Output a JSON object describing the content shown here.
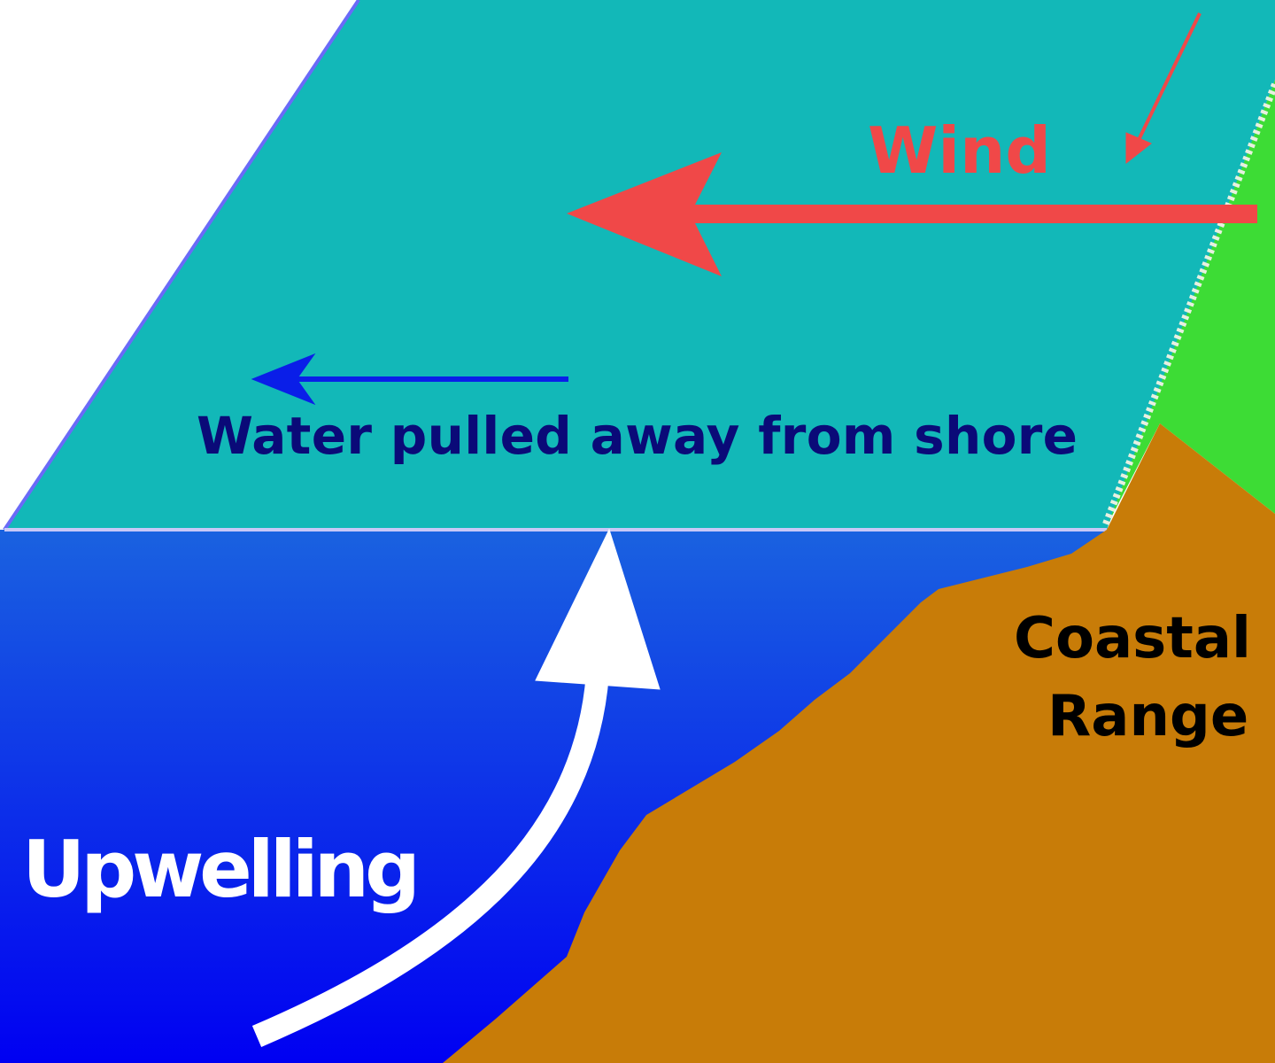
{
  "labels": {
    "wind": "Wind",
    "water": "Water pulled away from shore",
    "coastal_line1": "Coastal",
    "coastal_line2": "Range",
    "upwelling": "Upwelling"
  },
  "colors": {
    "surface": "#12b8b8",
    "ocean_top": "#1a62e0",
    "ocean_bottom": "#0000f2",
    "land": "#c87c08",
    "grass": "#3ddc35",
    "wind": "#f04848",
    "water_arrow": "#0a1ee8",
    "water_text": "#0a0a78",
    "upwelling": "#ffffff"
  }
}
